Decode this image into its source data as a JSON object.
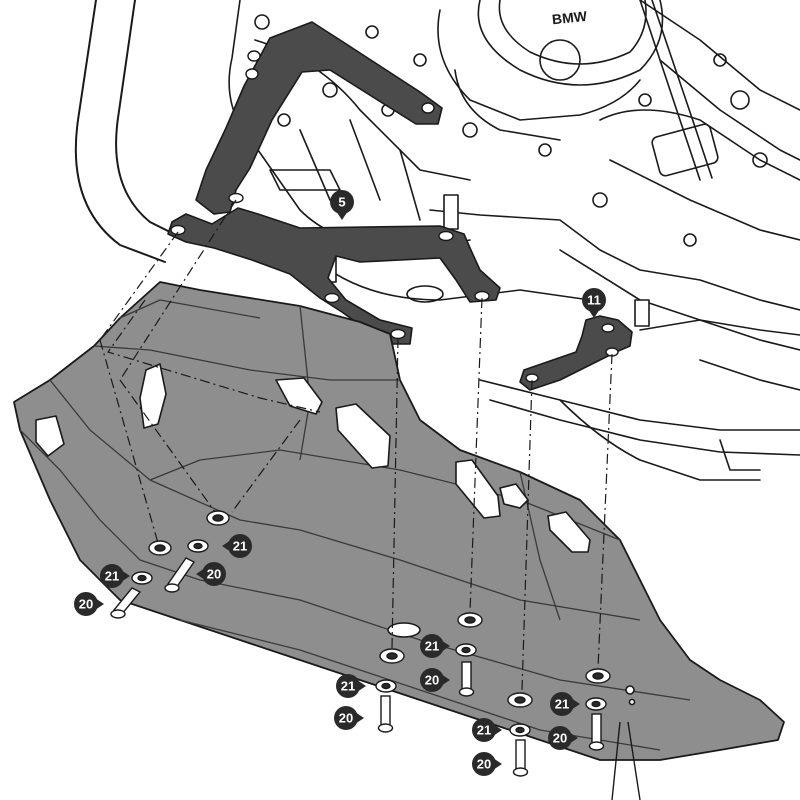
{
  "figure": {
    "engine_badge": "BMW",
    "colors": {
      "line": "#1a1a1a",
      "plate_fill": "#8e8e8e",
      "bracket_fill": "#4b4b4b",
      "callout_fill": "#2a2a2a",
      "callout_text": "#ffffff",
      "background": "#ffffff"
    }
  },
  "parts": [
    {
      "id": "5",
      "name": "bracket",
      "label": "5"
    },
    {
      "id": "11",
      "name": "bracket",
      "label": "11"
    },
    {
      "id": "20",
      "name": "screw",
      "label": "20"
    },
    {
      "id": "21",
      "name": "washer",
      "label": "21"
    }
  ]
}
